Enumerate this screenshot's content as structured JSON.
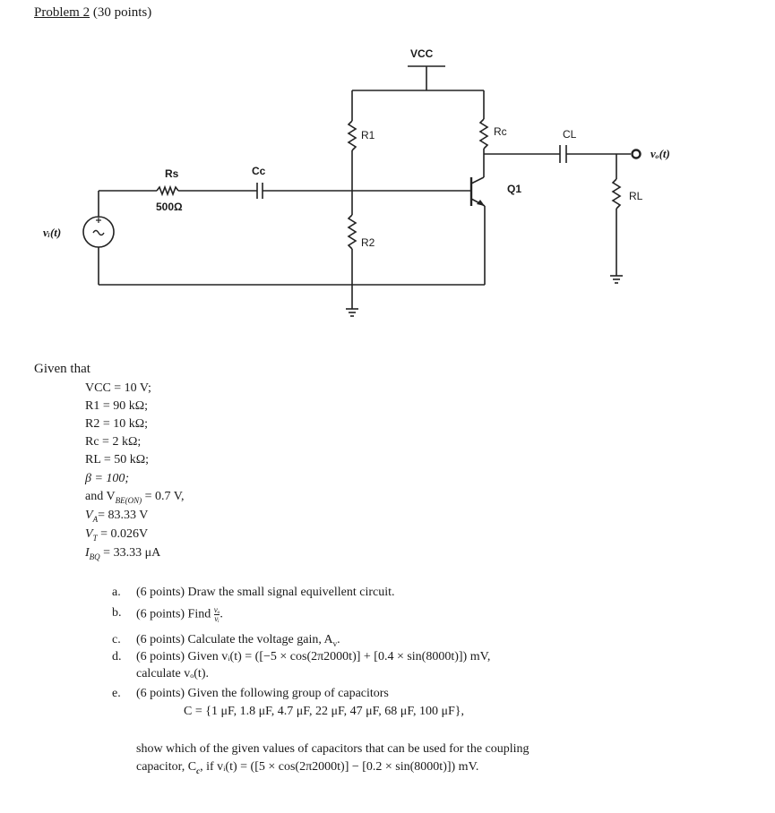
{
  "problem": {
    "label": "Problem 2",
    "points": "(30 points)"
  },
  "circuit": {
    "vcc": "VCC",
    "r1": "R1",
    "r2": "R2",
    "rc": "Rc",
    "rs": "Rs",
    "rs_value": "500Ω",
    "cc": "Cc",
    "cl": "CL",
    "q1": "Q1",
    "rl": "RL",
    "vin": "vᵢ(t)",
    "vout": "vₒ(t)"
  },
  "given": {
    "heading": "Given that",
    "lines": [
      "VCC = 10 V;",
      "R1 = 90 kΩ;",
      "R2 = 10 kΩ;",
      "Rc = 2 kΩ;",
      "RL = 50 kΩ;",
      "β = 100;",
      "and V",
      "= 0.7 V,",
      "V",
      "= 83.33 V",
      "V",
      "= 0.026V",
      "I",
      "= 33.33 μA"
    ],
    "subs": [
      "BE(ON)",
      "A",
      "T",
      "BQ"
    ]
  },
  "questions": {
    "a_label": "a.",
    "a_text": "(6 points) Draw the small signal equivellent circuit.",
    "b_label": "b.",
    "b_text": "(6 points) Find",
    "b_frac_num": "vₒ",
    "b_frac_den": "vᵢ",
    "b_end": ".",
    "c_label": "c.",
    "c_text": "(6 points) Calculate the voltage gain, A",
    "c_sub": "v",
    "c_end": ".",
    "d_label": "d.",
    "d_text": "(6   points)     Given     vᵢ(t) = ([−5 × cos(2π2000t)] + [0.4 × sin(8000t)]) mV,",
    "d_text2": "calculate vₒ(t).",
    "e_label": "e.",
    "e_text": "(6 points) Given the following group of capacitors",
    "e_set": "C = {1 μF, 1.8 μF, 4.7 μF, 22 μF, 47 μF, 68 μF, 100 μF},",
    "e_show1": "show which of the given values of capacitors that can be used for the coupling",
    "e_show2": "capacitor, C",
    "e_show2_sub": "c",
    "e_show2_end": ", if vᵢ(t) = ([5 × cos(2π2000t)] − [0.2 × sin(8000t)]) mV."
  }
}
